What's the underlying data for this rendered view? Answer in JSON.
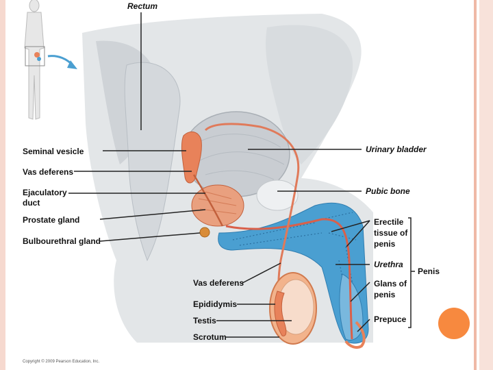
{
  "labels": {
    "rectum": "Rectum",
    "seminal_vesicle": "Seminal vesicle",
    "vas_deferens_top": "Vas deferens",
    "ejaculatory_duct_1": "Ejaculatory",
    "ejaculatory_duct_2": "duct",
    "prostate_gland": "Prostate gland",
    "bulbourethral_gland": "Bulbourethral gland",
    "urinary_bladder": "Urinary bladder",
    "pubic_bone": "Pubic bone",
    "erectile_tissue_1": "Erectile",
    "erectile_tissue_2": "tissue of",
    "erectile_tissue_3": "penis",
    "urethra": "Urethra",
    "penis": "Penis",
    "glans_1": "Glans of",
    "glans_2": "penis",
    "prepuce": "Prepuce",
    "vas_deferens_bottom": "Vas deferens",
    "epididymis": "Epididymis",
    "testis": "Testis",
    "scrotum": "Scrotum"
  },
  "copyright": "Copyright © 2009 Pearson Education, Inc.",
  "colors": {
    "tissue": "#d9dde0",
    "bladder": "#c8ccd1",
    "reproductive": "#e8825a",
    "erectile": "#4a9fd1",
    "accent": "#f7893f"
  },
  "icons": [
    "human-body-silhouette-icon",
    "arrow-icon"
  ]
}
